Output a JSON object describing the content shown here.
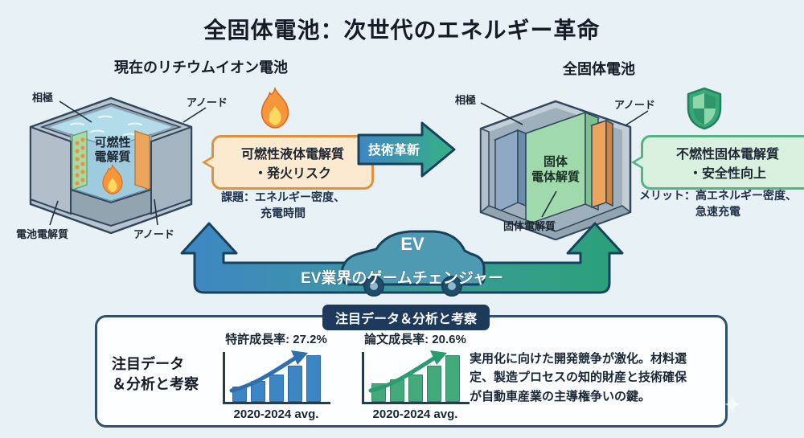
{
  "title": "全固体電池：次世代のエネルギー革命",
  "colors": {
    "background": "#e8f2f6",
    "accent_blue": "#3f86c4",
    "accent_green": "#2aa177",
    "badge_navy": "#1d3a5c",
    "warning_orange_border": "#e0913f",
    "warning_orange_bg": "#fcead0",
    "safe_green_border": "#54b383",
    "safe_green_bg": "#d9f0df",
    "bar_blue": "#3c86c6",
    "bar_green": "#44aa7c"
  },
  "left_panel": {
    "heading": "現在のリチウムイオン電池",
    "labels": {
      "cathode": "相極",
      "anode_top": "アノード",
      "inner_line1": "可燃性",
      "inner_line2": "電解質",
      "battery_electrolyte": "電池電解質",
      "anode_bottom": "アノード"
    },
    "callout": {
      "line1": "可燃性液体電解質",
      "line2": "・発火リスク"
    },
    "issues_line1": "課題：エネルギー密度、",
    "issues_line2": "充電時間"
  },
  "transition_arrow": {
    "label": "技術革新"
  },
  "right_panel": {
    "heading": "全固体電池",
    "labels": {
      "cathode": "相極",
      "anode": "アノード",
      "block_line1": "固体",
      "block_line2": "電体解質",
      "solid_electrolyte": "固体電解質"
    },
    "callout": {
      "line1": "不燃性固体電解質",
      "line2": "・安全性向上"
    },
    "merits_line1": "メリット：高エネルギー密度、",
    "merits_line2": "急速充電"
  },
  "ev_banner": {
    "ev_label": "EV",
    "caption": "EV業界のゲームチェンジャー"
  },
  "bottom": {
    "badge": "注目データ＆分析と考察",
    "left_line1": "注目データ",
    "left_line2": "＆分析と考察",
    "analysis_line1": "実用化に向けた開発競争が激化。材料選",
    "analysis_line2": "定、製造プロセスの知的財産と技術確保",
    "analysis_line3": "が自動車産業の主導権争いの鍵。"
  },
  "chart_data": [
    {
      "type": "bar",
      "title": "特許成長率: 27.2%",
      "metric": "特許成長率",
      "value_pct": 27.2,
      "caption": "2020-2024 avg.",
      "x_period": "2020-2024",
      "values_relative": [
        31,
        43,
        57,
        76,
        100
      ],
      "color": "#3c86c6",
      "border_color": "#2a6aa6"
    },
    {
      "type": "bar",
      "title": "論文成長率: 20.6%",
      "metric": "論文成長率",
      "value_pct": 20.6,
      "caption": "2020-2024 avg.",
      "x_period": "2020-2024",
      "values_relative": [
        38,
        47,
        58,
        76,
        100
      ],
      "color": "#44aa7c",
      "border_color": "#2f8a5f"
    }
  ]
}
